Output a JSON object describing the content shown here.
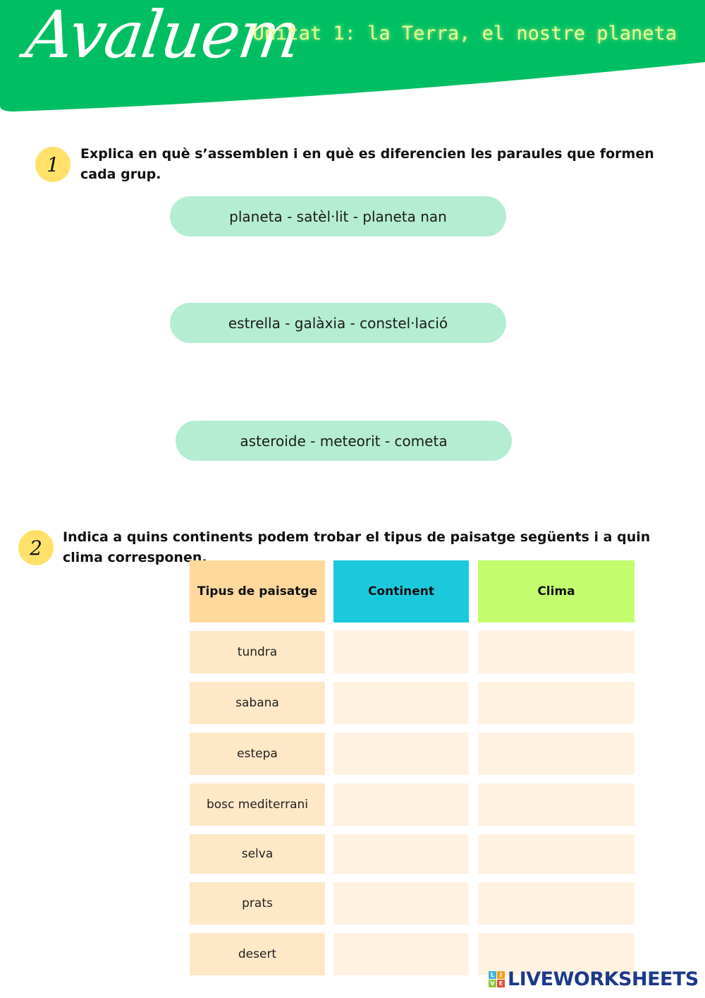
{
  "header": {
    "logo": "Avaluem",
    "unit_title": "Unitat 1: la Terra, el nostre planeta",
    "band_color": "#00bf63"
  },
  "question1": {
    "number": "1",
    "text": "Explica en què s’assemblen i en què es diferencien les paraules que formen cada grup.",
    "groups": [
      "planeta - satèl·lit - planeta nan",
      "estrella - galàxia - constel·lació",
      "asteroide - meteorit - cometa"
    ]
  },
  "question2": {
    "number": "2",
    "text": "Indica a quins continents podem trobar el tipus de paisatge següents i a quin clima corresponen.",
    "table": {
      "headers": [
        "Tipus de paisatge",
        "Continent",
        "Clima"
      ],
      "header_colors": [
        "#ffd89b",
        "#1bc9dc",
        "#c3fd6d"
      ],
      "rows": [
        [
          "tundra",
          "",
          ""
        ],
        [
          "sabana",
          "",
          ""
        ],
        [
          "estepa",
          "",
          ""
        ],
        [
          "bosc mediterrani",
          "",
          ""
        ],
        [
          "selva",
          "",
          ""
        ],
        [
          "prats",
          "",
          ""
        ],
        [
          "desert",
          "",
          ""
        ]
      ]
    }
  },
  "footer": {
    "brand": "LIVEWORKSHEETS",
    "icon_letters": [
      "L",
      "I",
      "V",
      "E"
    ]
  }
}
